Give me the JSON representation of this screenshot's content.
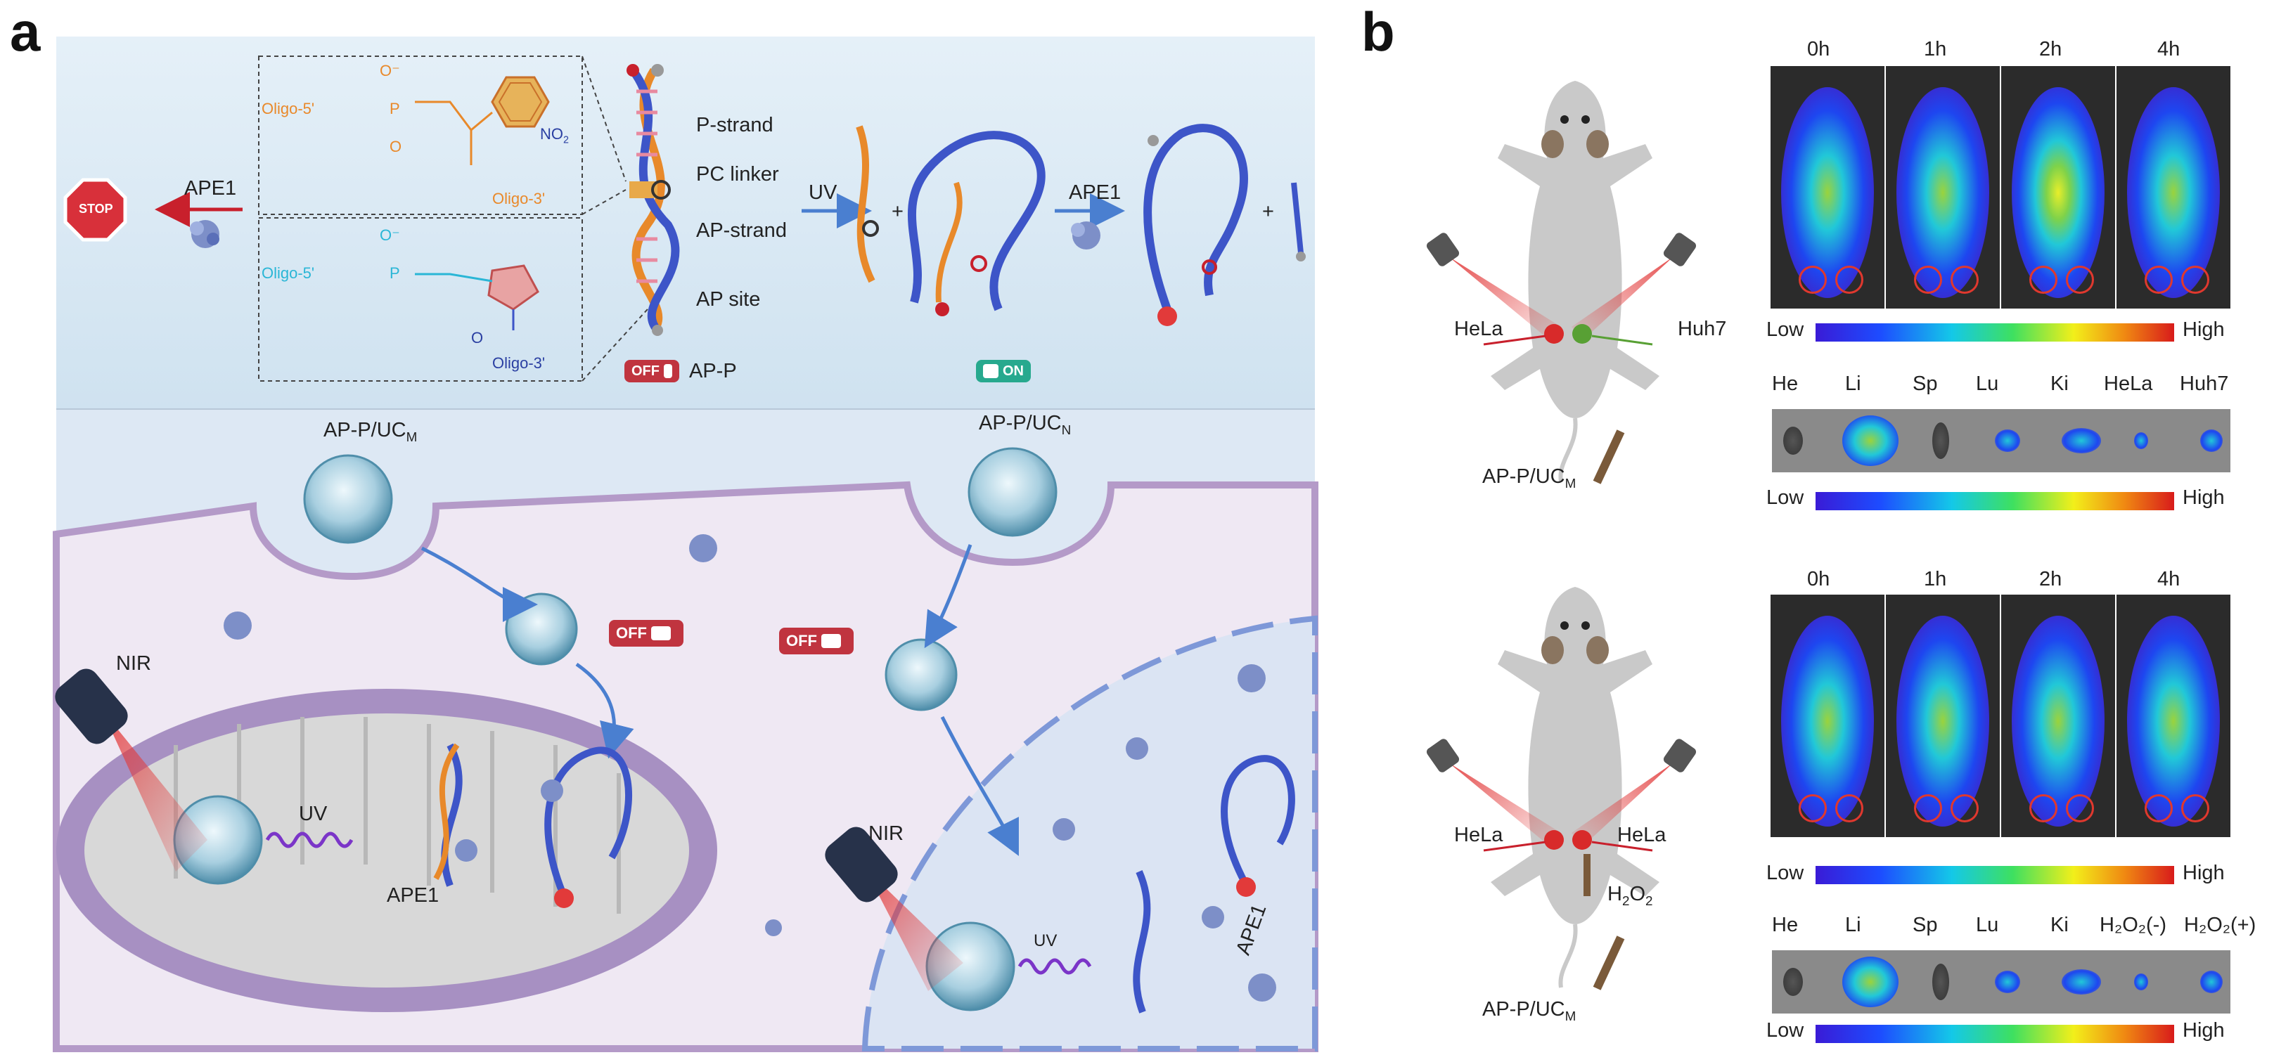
{
  "panel_a": {
    "letter": "a",
    "top": {
      "stop_sign": "STOP",
      "ape1_left": "APE1",
      "chem_pc": {
        "oligo5": "Oligo-5'",
        "oligo3": "Oligo-3'",
        "no2_base": "NO",
        "no2_sub": "2",
        "o_minus": "O⁻",
        "p": "P",
        "o": "O"
      },
      "chem_ap": {
        "oligo5": "Oligo-5'",
        "oligo3": "Oligo-3'",
        "o_minus": "O⁻",
        "p": "P",
        "o": "O"
      },
      "labels": {
        "p_strand": "P-strand",
        "pc_linker": "PC linker",
        "ap_strand": "AP-strand",
        "ap_site": "AP site"
      },
      "off_pill": "OFF",
      "ap_p": "AP-P",
      "uv": "UV",
      "plus1": "+",
      "on_pill": "ON",
      "ape1_right": "APE1",
      "plus2": "+"
    },
    "bottom": {
      "ap_p_ucm_base": "AP-P/UC",
      "ap_p_ucm_sub": "M",
      "ap_p_ucn_base": "AP-P/UC",
      "ap_p_ucn_sub": "N",
      "off1": "OFF",
      "off2": "OFF",
      "nir_left": "NIR",
      "uv_left": "UV",
      "ape1_left": "APE1",
      "nir_right": "NIR",
      "uv_right": "UV",
      "ape1_right": "APE1"
    }
  },
  "panel_b": {
    "letter": "b",
    "top": {
      "times": [
        "0h",
        "1h",
        "2h",
        "4h"
      ],
      "left_tumor": "HeLa",
      "right_tumor": "Huh7",
      "agent_base": "AP-P/UC",
      "agent_sub": "M",
      "colorbar1_low": "Low",
      "colorbar1_high": "High",
      "organs": [
        "He",
        "Li",
        "Sp",
        "Lu",
        "Ki",
        "HeLa",
        "Huh7"
      ],
      "colorbar2_low": "Low",
      "colorbar2_high": "High"
    },
    "bottom": {
      "times": [
        "0h",
        "1h",
        "2h",
        "4h"
      ],
      "left_tumor": "HeLa",
      "right_tumor": "HeLa",
      "h2o2_base": "H",
      "h2o2_sub1": "2",
      "h2o2_mid": "O",
      "h2o2_sub2": "2",
      "agent_base": "AP-P/UC",
      "agent_sub": "M",
      "colorbar1_low": "Low",
      "colorbar1_high": "High",
      "organs": [
        "He",
        "Li",
        "Sp",
        "Lu",
        "Ki",
        "H₂O₂(-)",
        "H₂O₂(+)"
      ],
      "colorbar2_low": "Low",
      "colorbar2_high": "High"
    }
  },
  "colors": {
    "bg_top": "#dce9f5",
    "cell_membrane": "#c9b8d9",
    "cytoplasm": "#efe8f3",
    "nucleus": "#dbe4f3",
    "mito_outer": "#a790c2",
    "mito_inner": "#d8d8d8",
    "stop_red": "#d8303a",
    "arrow_blue": "#4a7fd0",
    "dna_blue": "#3d55c8",
    "dna_orange": "#e8892a",
    "laser_red": "#e23a3a"
  }
}
